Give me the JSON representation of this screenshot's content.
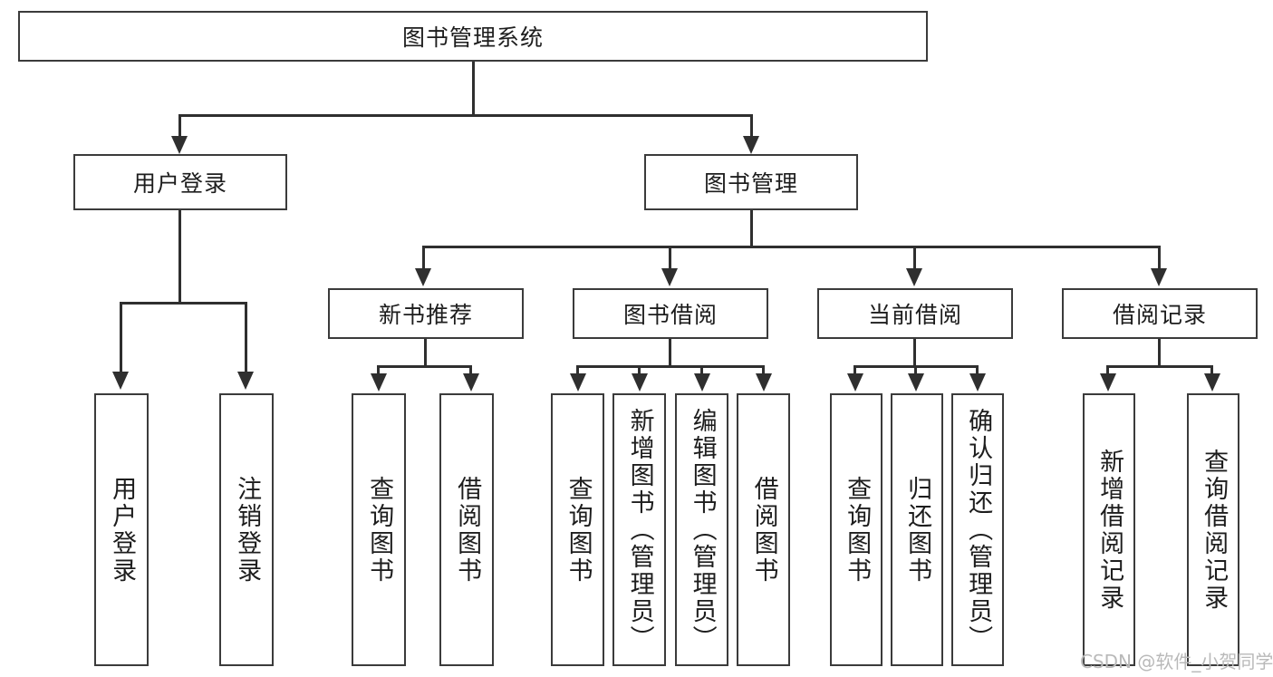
{
  "diagram": {
    "type": "tree-hierarchy-chart",
    "title_node": {
      "label": "图书管理系统"
    },
    "level2": [
      {
        "id": "user-login",
        "label": "用户登录"
      },
      {
        "id": "book-management",
        "label": "图书管理"
      }
    ],
    "level3": [
      {
        "id": "new-book-recommend",
        "label": "新书推荐"
      },
      {
        "id": "book-borrow",
        "label": "图书借阅"
      },
      {
        "id": "current-borrow",
        "label": "当前借阅"
      },
      {
        "id": "borrow-record",
        "label": "借阅记录"
      }
    ],
    "leaves": {
      "user_login": [
        {
          "id": "leaf-user-login",
          "label": "用户登录"
        },
        {
          "id": "leaf-logout-login",
          "label": "注销登录"
        }
      ],
      "new_book_recommend": [
        {
          "id": "leaf-query-book-1",
          "label": "查询图书"
        },
        {
          "id": "leaf-borrow-book-1",
          "label": "借阅图书"
        }
      ],
      "book_borrow": [
        {
          "id": "leaf-query-book-2",
          "label": "查询图书"
        },
        {
          "id": "leaf-add-book",
          "label": "新增图书（管理员）"
        },
        {
          "id": "leaf-edit-book",
          "label": "编辑图书（管理员）"
        },
        {
          "id": "leaf-borrow-book-2",
          "label": "借阅图书"
        }
      ],
      "current_borrow": [
        {
          "id": "leaf-query-book-3",
          "label": "查询图书"
        },
        {
          "id": "leaf-return-book",
          "label": "归还图书"
        },
        {
          "id": "leaf-confirm-return",
          "label": "确认归还（管理员）"
        }
      ],
      "borrow_record": [
        {
          "id": "leaf-add-record",
          "label": "新增借阅记录"
        },
        {
          "id": "leaf-query-record",
          "label": "查询借阅记录"
        }
      ]
    },
    "colors": {
      "stroke": "#3b3b3b",
      "connector": "#2f2f2f",
      "text": "#1d1d1d",
      "background": "#ffffff",
      "watermark": "#b9b9b9"
    }
  },
  "watermark": {
    "text": "CSDN @软件_小贺同学"
  }
}
